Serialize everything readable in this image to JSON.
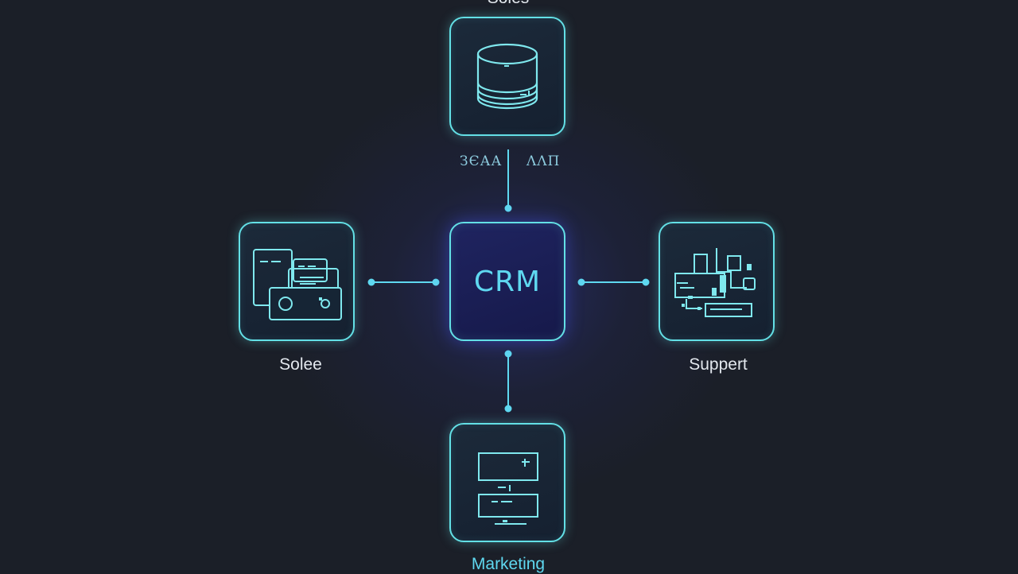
{
  "diagram": {
    "hub": {
      "label": "CRM"
    },
    "nodes": {
      "top": {
        "label": "Soles",
        "icon": "database-icon"
      },
      "left": {
        "label": "Solee",
        "icon": "cards-icon"
      },
      "right": {
        "label": "Suppert",
        "icon": "circuit-icon"
      },
      "bottom": {
        "label": "Marketing",
        "icon": "form-icon"
      }
    },
    "edge_labels": {
      "top_left": "ЗЄАА",
      "top_right": "ΛΛΠ"
    },
    "colors": {
      "accent": "#63e0e6",
      "background": "#1b1f28",
      "hub_fill": "#1f2460",
      "hub_text": "#5fd8f0"
    }
  }
}
